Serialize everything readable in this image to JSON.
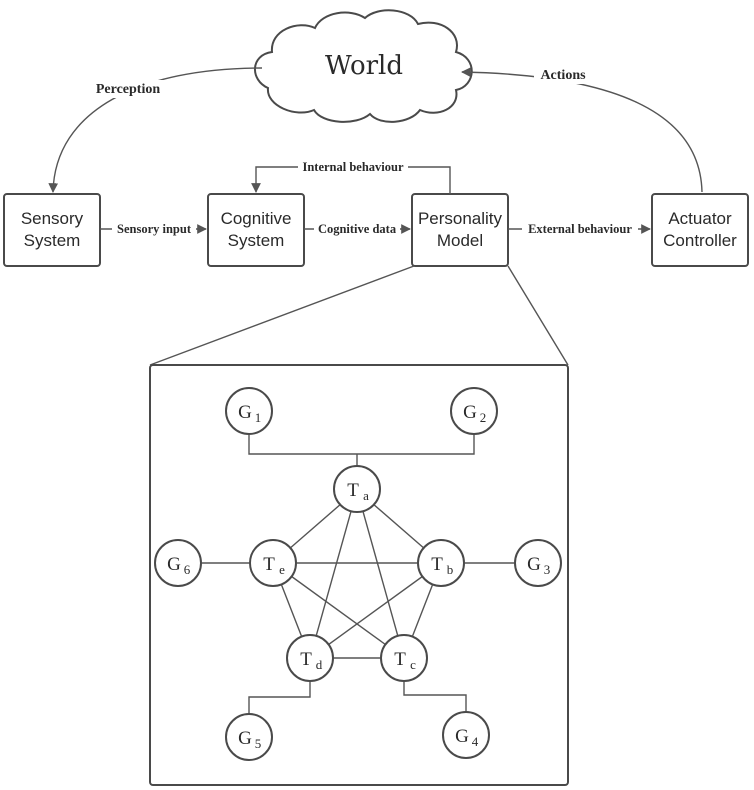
{
  "world": {
    "label": "World"
  },
  "boxes": {
    "sensory": {
      "line1": "Sensory",
      "line2": "System"
    },
    "cognitive": {
      "line1": "Cognitive",
      "line2": "System"
    },
    "personality": {
      "line1": "Personality",
      "line2": "Model"
    },
    "actuator": {
      "line1": "Actuator",
      "line2": "Controller"
    }
  },
  "edges": {
    "perception": "Perception",
    "actions": "Actions",
    "sensory_input": "Sensory input",
    "cognitive_data": "Cognitive data",
    "internal_behaviour": "Internal behaviour",
    "external_behaviour": "External behaviour"
  },
  "nodes": {
    "g1": {
      "base": "G",
      "sub": "1"
    },
    "g2": {
      "base": "G",
      "sub": "2"
    },
    "g3": {
      "base": "G",
      "sub": "3"
    },
    "g4": {
      "base": "G",
      "sub": "4"
    },
    "g5": {
      "base": "G",
      "sub": "5"
    },
    "g6": {
      "base": "G",
      "sub": "6"
    },
    "ta": {
      "base": "T",
      "sub": "a"
    },
    "tb": {
      "base": "T",
      "sub": "b"
    },
    "tc": {
      "base": "T",
      "sub": "c"
    },
    "td": {
      "base": "T",
      "sub": "d"
    },
    "te": {
      "base": "T",
      "sub": "e"
    }
  },
  "colors": {
    "stroke": "#4a4a4a",
    "text": "#2a2a2a",
    "background": "#ffffff"
  }
}
